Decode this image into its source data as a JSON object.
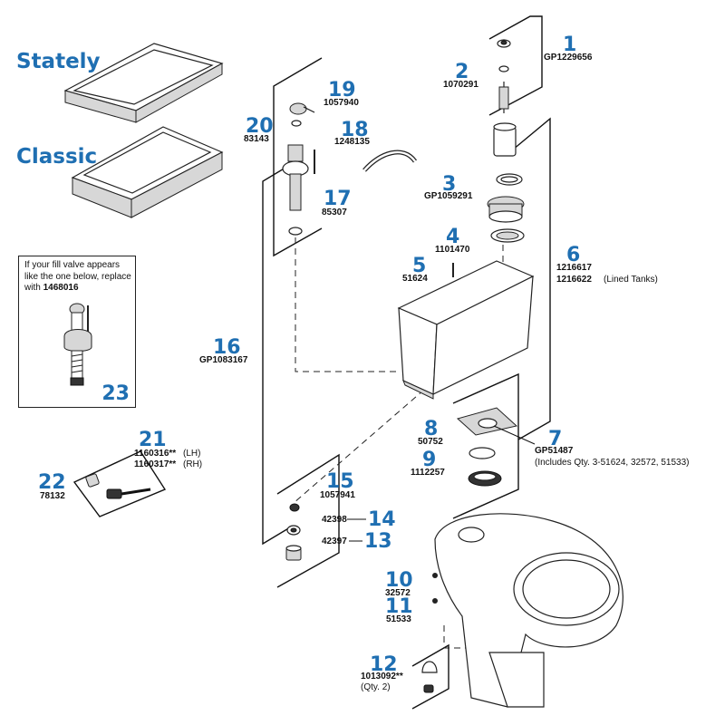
{
  "lids": {
    "stately": "Stately",
    "classic": "Classic"
  },
  "inset": {
    "text": "If your fill valve appears like the one below, replace with",
    "part": "1468016",
    "num": "23"
  },
  "parts": [
    {
      "key": "p1",
      "num": "1",
      "pn": "GP1229656"
    },
    {
      "key": "p2",
      "num": "2",
      "pn": "1070291"
    },
    {
      "key": "p3",
      "num": "3",
      "pn": "GP1059291"
    },
    {
      "key": "p4",
      "num": "4",
      "pn": "1101470"
    },
    {
      "key": "p5",
      "num": "5",
      "pn": "51624"
    },
    {
      "key": "p6",
      "num": "6",
      "pn": "1216617",
      "pn2": "1216622",
      "note": "(Lined Tanks)"
    },
    {
      "key": "p7",
      "num": "7",
      "pn": "GP51487",
      "note": "(Includes Qty. 3-51624, 32572, 51533)"
    },
    {
      "key": "p8",
      "num": "8",
      "pn": "50752"
    },
    {
      "key": "p9",
      "num": "9",
      "pn": "1112257"
    },
    {
      "key": "p10",
      "num": "10",
      "pn": "32572"
    },
    {
      "key": "p11",
      "num": "11",
      "pn": "51533"
    },
    {
      "key": "p12",
      "num": "12",
      "pn": "1013092**",
      "note": "(Qty. 2)"
    },
    {
      "key": "p13",
      "num": "13",
      "pn": "42397"
    },
    {
      "key": "p14",
      "num": "14",
      "pn": "42398"
    },
    {
      "key": "p15",
      "num": "15",
      "pn": "1057941"
    },
    {
      "key": "p16",
      "num": "16",
      "pn": "GP1083167"
    },
    {
      "key": "p17",
      "num": "17",
      "pn": "85307"
    },
    {
      "key": "p18",
      "num": "18",
      "pn": "1248135"
    },
    {
      "key": "p19",
      "num": "19",
      "pn": "1057940"
    },
    {
      "key": "p20",
      "num": "20",
      "pn": "83143"
    },
    {
      "key": "p21",
      "num": "21",
      "pn": "1160316**",
      "note": "(LH)",
      "pn2": "1160317**",
      "note2": "(RH)"
    },
    {
      "key": "p22",
      "num": "22",
      "pn": "78132"
    }
  ],
  "colors": {
    "accent": "#1f6fb2",
    "ink": "#111111",
    "part_fill": "#d7d7d7"
  }
}
